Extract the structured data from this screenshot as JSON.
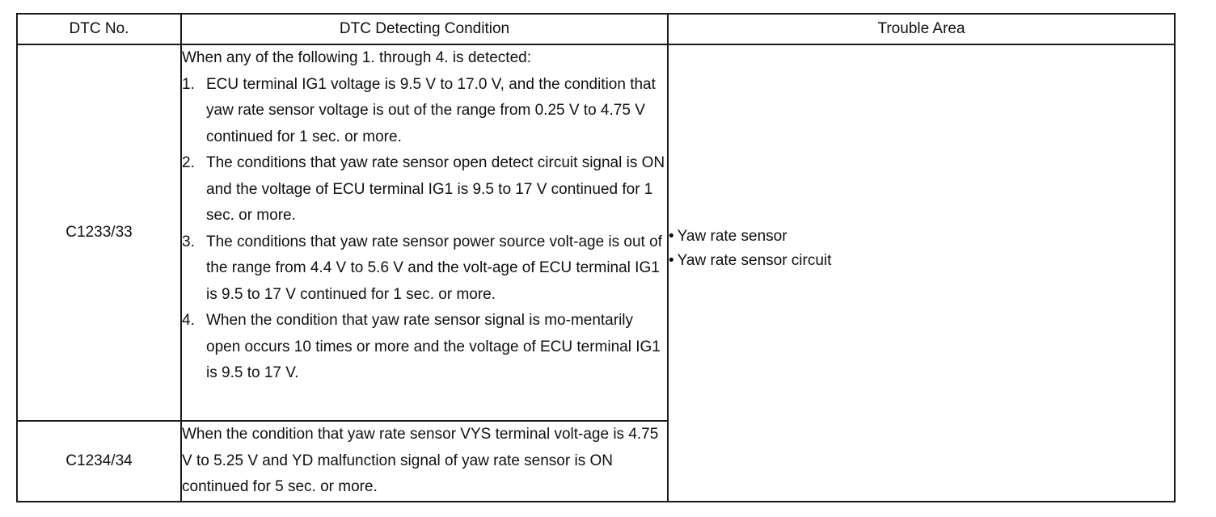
{
  "table": {
    "headers": [
      "DTC No.",
      "DTC Detecting Condition",
      "Trouble Area"
    ],
    "rows": [
      {
        "code": "C1233/33",
        "intro": "When any of the following 1. through 4. is detected:",
        "items": [
          {
            "num": "1.",
            "text": "ECU terminal IG1 voltage is 9.5 V to 17.0 V, and the condition that yaw rate sensor voltage is out of the range from 0.25 V to 4.75 V continued for 1 sec. or more."
          },
          {
            "num": "2.",
            "text": "The conditions that yaw rate sensor open detect circuit signal is ON and the voltage of ECU terminal IG1 is 9.5 to 17 V continued for 1 sec. or more."
          },
          {
            "num": "3.",
            "text": "The conditions that yaw rate sensor power source volt-age is out of the range from 4.4 V to 5.6 V and the volt-age of ECU terminal IG1 is 9.5 to 17 V continued for 1 sec. or more."
          },
          {
            "num": "4.",
            "text": "When the condition that yaw rate sensor signal is mo-mentarily open occurs 10 times or more and the voltage of ECU terminal IG1 is 9.5 to 17 V."
          }
        ]
      },
      {
        "code": "C1234/34",
        "text": "When the condition that yaw rate sensor VYS terminal volt-age is 4.75 V to 5.25 V and YD malfunction signal of yaw rate sensor is ON continued for 5 sec. or more."
      }
    ],
    "trouble_area": {
      "bullet": "•",
      "items": [
        "Yaw rate sensor",
        "Yaw rate sensor circuit"
      ]
    }
  }
}
